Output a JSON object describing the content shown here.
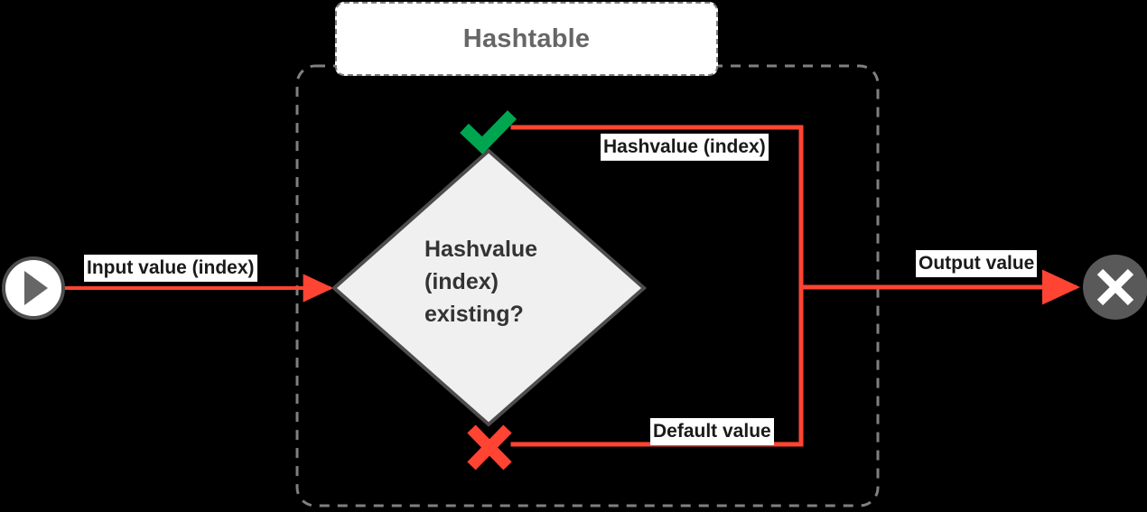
{
  "diagram": {
    "type": "flowchart",
    "background_color": "#000000",
    "accent_color": "#ff4433",
    "yes_color": "#00a550",
    "no_color": "#ff4433",
    "group": {
      "title": "Hashtable",
      "border_style": "dashed",
      "border_color": "#808080",
      "title_bg": "#ffffff",
      "title_color": "#666666"
    },
    "nodes": {
      "start": {
        "icon": "play-icon",
        "shape": "circle",
        "fill": "#ffffff",
        "stroke": "#4d4d4d"
      },
      "decision": {
        "text": "Hashvalue\n(index)\nexisting?",
        "shape": "diamond",
        "fill": "#f0f0f0",
        "stroke": "#4d4d4d"
      },
      "end": {
        "icon": "close-x-icon",
        "shape": "circle",
        "fill": "#595959",
        "stroke": "#595959"
      }
    },
    "markers": {
      "yes": "check-icon",
      "no": "cross-icon"
    },
    "edges": [
      {
        "id": "input",
        "label": "Input value (index)"
      },
      {
        "id": "hashvalue",
        "label": "Hashvalue (index)"
      },
      {
        "id": "default",
        "label": "Default value"
      },
      {
        "id": "output",
        "label": "Output value"
      }
    ]
  }
}
